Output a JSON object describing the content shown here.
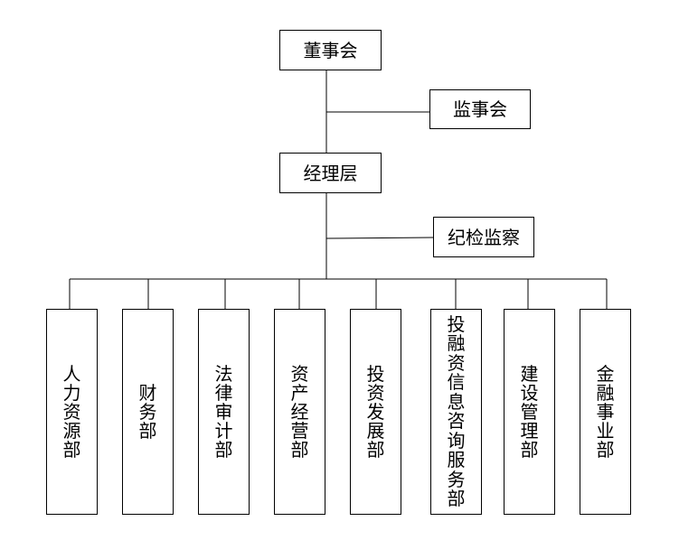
{
  "org": {
    "board": "董事会",
    "supervisors": "监事会",
    "management": "经理层",
    "discipline": "纪检监察",
    "departments": [
      "人力资源部",
      "财务部",
      "法律审计部",
      "资产经营部",
      "投资发展部",
      "投融资信息咨询服务部",
      "建设管理部",
      "金融事业部"
    ]
  }
}
